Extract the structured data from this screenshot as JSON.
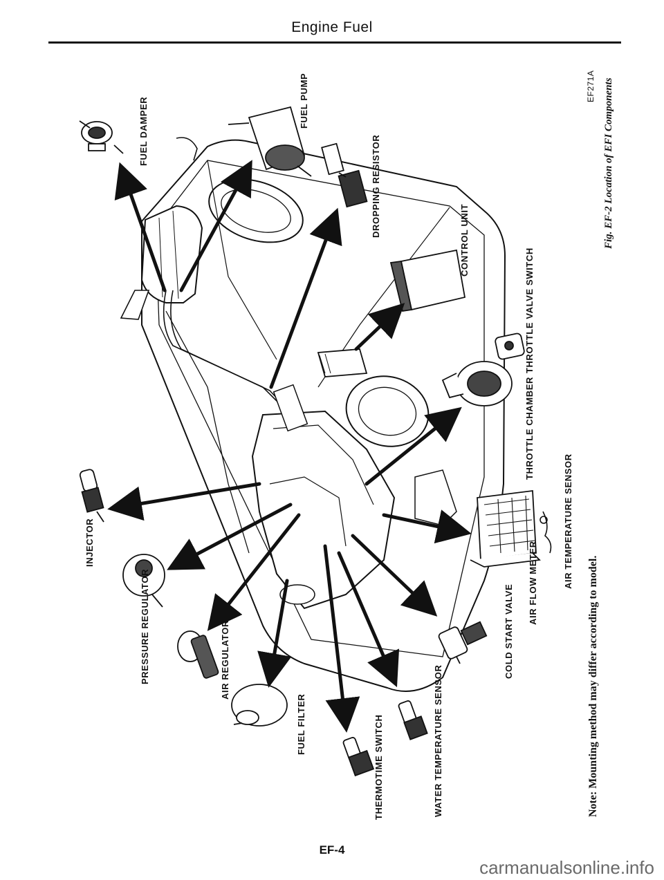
{
  "header": {
    "title": "Engine Fuel"
  },
  "labels": {
    "fuel_damper": "FUEL DAMPER",
    "fuel_pump": "FUEL PUMP",
    "dropping_resistor": "DROPPING RESISTOR",
    "control_unit": "CONTROL UNIT",
    "throttle_valve_switch": "THROTTLE VALVE SWITCH",
    "throttle_chamber": "THROTTLE CHAMBER",
    "air_temperature_sensor": "AIR TEMPERATURE SENSOR",
    "air_flow_meter": "AIR FLOW METER",
    "cold_start_valve": "COLD START VALVE",
    "injector": "INJECTOR",
    "pressure_regulator": "PRESSURE REGULATOR",
    "air_regulator": "AIR REGULATOR",
    "fuel_filter": "FUEL FILTER",
    "thermotime_switch": "THERMOTIME SWITCH",
    "water_temperature_sensor": "WATER TEMPERATURE SENSOR"
  },
  "figure": {
    "code": "EF271A",
    "caption": "Fig. EF-2 Location of EFI Components",
    "note": "Note: Mounting method may differ according to model."
  },
  "footer": {
    "page_number": "EF-4",
    "watermark": "carmanualsonline.info"
  }
}
